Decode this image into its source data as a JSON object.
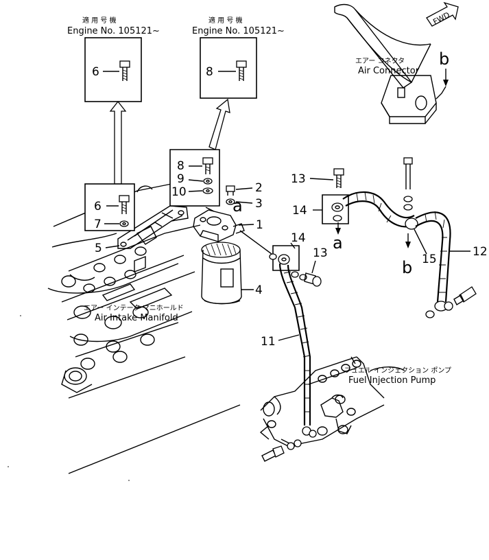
{
  "header_left": {
    "jp": "適 用 号 機",
    "engine": "Engine No. 105121~"
  },
  "header_right": {
    "jp": "適 用 号 機",
    "engine": "Engine No. 105121~"
  },
  "fwd": "FWD",
  "air_connector": {
    "jp": "エアー コネクタ",
    "en": "Air Connector"
  },
  "air_intake_manifold": {
    "jp": "エアー インテーク マニホールド",
    "en": "Air Intake Manifold"
  },
  "fuel_injection_pump": {
    "jp": "フュエル インジェクション ポンプ",
    "en": "Fuel Injection Pump"
  },
  "marks": {
    "a": "a",
    "b": "b"
  },
  "callouts": {
    "box_left_6": "6",
    "box_right_8": "8",
    "p8": "8",
    "p9": "9",
    "p10": "10",
    "p2": "2",
    "p3": "3",
    "p1": "1",
    "p6": "6",
    "p7": "7",
    "p5": "5",
    "p4": "4",
    "p14_top": "14",
    "p13_top": "13",
    "p14_mid": "14",
    "p13_mid": "13",
    "p12": "12",
    "p15": "15",
    "p11": "11"
  }
}
